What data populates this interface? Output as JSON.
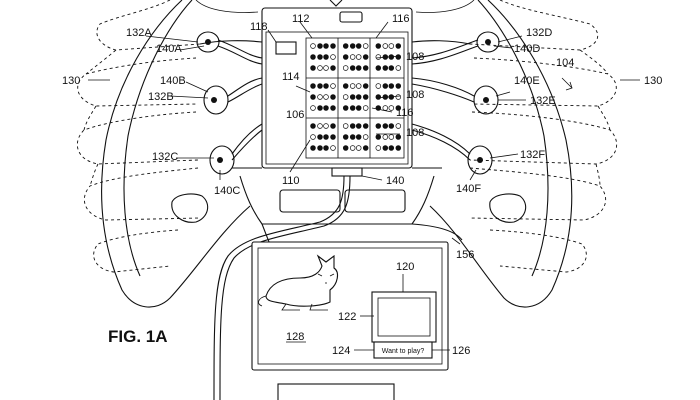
{
  "figure_label": "FIG. 1A",
  "refs": {
    "r104": "104",
    "r106": "106",
    "r108a": "108",
    "r108b": "108",
    "r108c": "108",
    "r110": "110",
    "r112": "112",
    "r114": "114",
    "r116a": "116",
    "r116b": "116",
    "r118": "118",
    "r120": "120",
    "r122": "122",
    "r124": "124",
    "r126": "126",
    "r128": "128",
    "r130l": "130",
    "r130r": "130",
    "r132A": "132A",
    "r132B": "132B",
    "r132C": "132C",
    "r132D": "132D",
    "r132E": "132E",
    "r132F": "132F",
    "r140": "140",
    "r140A": "140A",
    "r140B": "140B",
    "r140C": "140C",
    "r140D": "140D",
    "r140E": "140E",
    "r140F": "140F",
    "r156": "156"
  },
  "screen": {
    "prompt": "Want to play?"
  }
}
